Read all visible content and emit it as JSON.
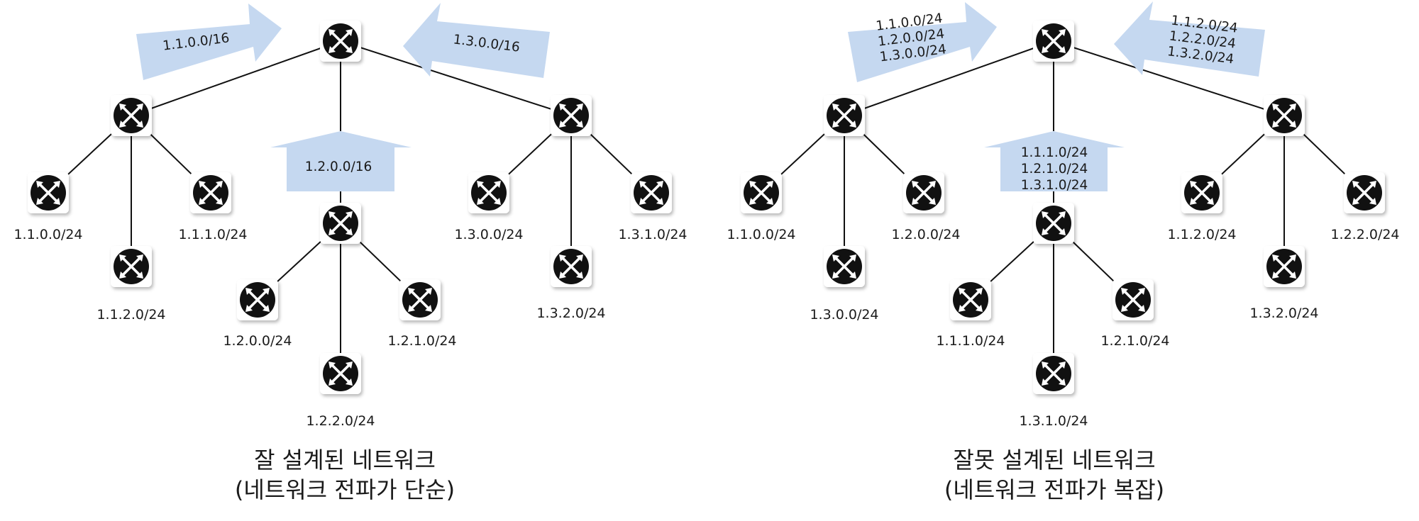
{
  "left": {
    "caption_line1": "잘 설계된 네트워크",
    "caption_line2": "(네트워크 전파가 단순)",
    "arrows": {
      "left": [
        "1.1.0.0/16"
      ],
      "right": [
        "1.3.0.0/16"
      ],
      "middle": [
        "1.2.0.0/16"
      ]
    },
    "leaves": {
      "a1": "1.1.0.0/24",
      "a2": "1.1.2.0/24",
      "a3": "1.1.1.0/24",
      "b1": "1.2.0.0/24",
      "b2": "1.2.2.0/24",
      "b3": "1.2.1.0/24",
      "c1": "1.3.0.0/24",
      "c2": "1.3.2.0/24",
      "c3": "1.3.1.0/24"
    }
  },
  "right": {
    "caption_line1": "잘못 설계된 네트워크",
    "caption_line2": "(네트워크 전파가 복잡)",
    "arrows": {
      "left": [
        "1.1.0.0/24",
        "1.2.0.0/24",
        "1.3.0.0/24"
      ],
      "right": [
        "1.1.2.0/24",
        "1.2.2.0/24",
        "1.3.2.0/24"
      ],
      "middle": [
        "1.1.1.0/24",
        "1.2.1.0/24",
        "1.3.1.0/24"
      ]
    },
    "leaves": {
      "a1": "1.1.0.0/24",
      "a2": "1.3.0.0/24",
      "a3": "1.2.0.0/24",
      "b1": "1.1.1.0/24",
      "b2": "1.3.1.0/24",
      "b3": "1.2.1.0/24",
      "c1": "1.1.2.0/24",
      "c2": "1.3.2.0/24",
      "c3": "1.2.2.0/24"
    }
  },
  "icons": {
    "router": "router-icon"
  },
  "colors": {
    "arrow": "#c5d8f0",
    "line": "#111111",
    "router": "#111111"
  }
}
